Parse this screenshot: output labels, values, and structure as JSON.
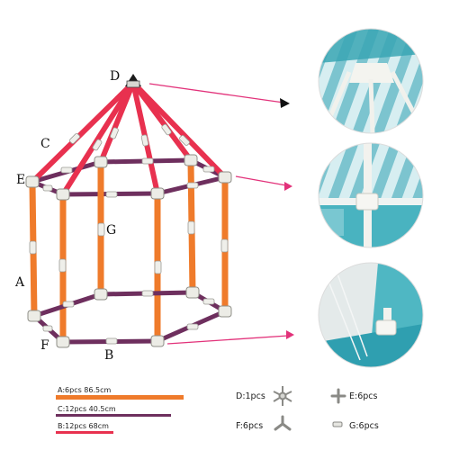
{
  "labels": {
    "A": "A",
    "B": "B",
    "C": "C",
    "D": "D",
    "E": "E",
    "F": "F",
    "G": "G"
  },
  "legend": {
    "a": "A:6pcs  86.5cm",
    "c": "C:12pcs 40.5cm",
    "b": "B:12pcs 68cm"
  },
  "parts": {
    "d": "D:1pcs",
    "e": "E:6pcs",
    "f": "F:6pcs",
    "g": "G:6pcs"
  },
  "colors": {
    "pole_a": "#ef7b2b",
    "pole_b": "#6e2f5e",
    "pole_c": "#e8314f",
    "arrow": "#e2327a",
    "connector": "#e9e9e4",
    "photo_teal": "#4fb7c3"
  }
}
